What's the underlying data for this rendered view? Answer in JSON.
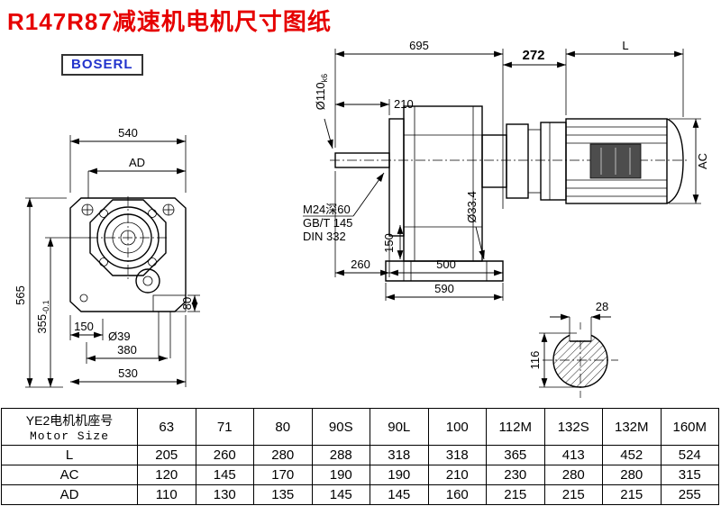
{
  "page": {
    "title": "R147R87减速机电机尺寸图纸",
    "logo": "BOSERL"
  },
  "front_view": {
    "d540": "540",
    "dAD": "AD",
    "d565": "565",
    "d355": "355",
    "d355t": "-0.1",
    "d150": "150",
    "d39": "Ø39",
    "d380": "380",
    "d530": "530",
    "d80": "80"
  },
  "side_view": {
    "d695": "695",
    "d272": "272",
    "dL": "L",
    "dAC": "AC",
    "d110": "Ø110",
    "d110t": "k6",
    "d210": "210",
    "m24": "M24深60",
    "gbt": "GB/T 145",
    "din": "DIN 332",
    "d334": "Ø33.4",
    "d150": "150",
    "d260": "260",
    "d500": "500",
    "d590": "590"
  },
  "shaft_section": {
    "d28": "28",
    "d116": "116"
  },
  "table": {
    "header_cn": "YE2电机机座号",
    "header_en": "Motor Size",
    "sizes": [
      "63",
      "71",
      "80",
      "90S",
      "90L",
      "100",
      "112M",
      "132S",
      "132M",
      "160M"
    ],
    "rows": [
      {
        "label": "L",
        "values": [
          "205",
          "260",
          "280",
          "288",
          "318",
          "318",
          "365",
          "413",
          "452",
          "524"
        ]
      },
      {
        "label": "AC",
        "values": [
          "120",
          "145",
          "170",
          "190",
          "190",
          "210",
          "230",
          "280",
          "280",
          "315"
        ]
      },
      {
        "label": "AD",
        "values": [
          "110",
          "130",
          "135",
          "145",
          "145",
          "160",
          "215",
          "215",
          "215",
          "255"
        ]
      }
    ]
  }
}
